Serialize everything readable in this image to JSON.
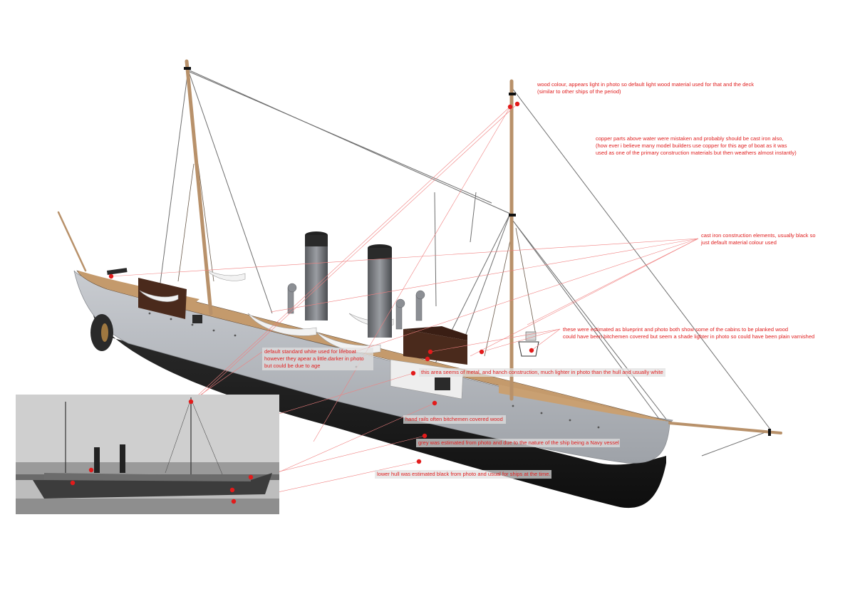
{
  "annotations": {
    "wood": "wood colour, appears light in photo so default light wood material used for that and the deck\n(similar to other ships of the period)",
    "copper": "copper parts above water were mistaken and probably should be cast iron also,\n(how ever i believe many model builders use copper for this age of boat as it was\nused as one of the primary construction materials but then weathers almost instantly)",
    "cast_iron": "cast iron construction elements, usually black so\njust default material colour used",
    "cabins": "these were estimated as blueprint and photo both show some of the cabins to be planked wood\ncould have been bitchemen covered but seem a shade lighter in photo so could have been plain varnished",
    "lifeboat": "default standard white used for lifeboat\nhowever they apear a little darker in photo\nbut could be due to age",
    "metal_area": "this area seems of metal, and hanch construction, much lighter in photo than the hull and usually white",
    "hand_rails": "hand rails often bitchemen covered wood",
    "grey": "grey was estimated from photo and due to the nature of the ship being a Navy vessel",
    "lower_hull": "lower hull was estimated black from photo and usual for ships at the time."
  },
  "colors": {
    "annotation": "#e02020",
    "hull_grey": "#b8bcc2",
    "lower_hull": "#1e1e1e",
    "deck_wood": "#c49a6c",
    "mast_wood": "#b8916a",
    "cast_iron": "#3a3a3a",
    "lifeboat": "#f2f2f2",
    "cabin_wood": "#4a2a1c"
  },
  "photo": {
    "subject": "historical black-and-white reference photograph of the ship"
  }
}
